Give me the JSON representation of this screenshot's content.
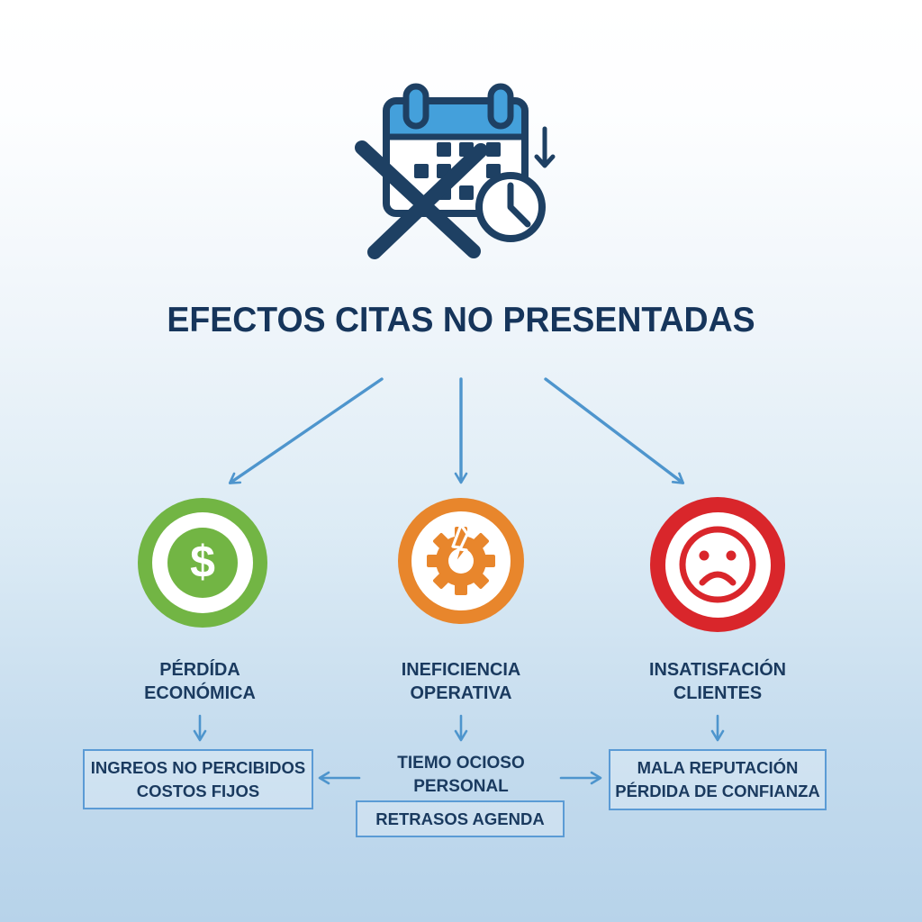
{
  "title": "EFECTOS CITAS NO PRESENTADAS",
  "header_icon": "missed-appointment-calendar",
  "colors": {
    "navy_text": "#16355b",
    "icon_navy": "#1e4063",
    "calendar_blue": "#44a0db",
    "arrow_blue": "#4e95cd",
    "box_border_blue": "#5b9bd5",
    "green": "#72b544",
    "orange": "#e8862c",
    "red": "#d9262b",
    "background_top": "#ffffff",
    "background_bottom": "#b7d3ea"
  },
  "columns": [
    {
      "id": "perdida-economica",
      "icon": "dollar-sign-icon",
      "icon_glyph": "$",
      "icon_color": "#72b544",
      "label_lines": [
        "PÉRDÍDA",
        "ECONÓMICA"
      ],
      "detail_lines": [
        "INGREOS NO PERCIBIDOS",
        "COSTOS FIJOS"
      ]
    },
    {
      "id": "ineficiencia-operativa",
      "icon": "broken-gear-icon",
      "icon_color": "#e8862c",
      "label_lines": [
        "INEFICIENCIA",
        "OPERATIVA"
      ],
      "detail_lines": [
        "TIEMO OCIOSO",
        "PERSONAL"
      ],
      "extra_box": "RETRASOS AGENDA"
    },
    {
      "id": "insatisfaccion-clientes",
      "icon": "sad-face-icon",
      "icon_color": "#d9262b",
      "label_lines": [
        "INSATISFACIÓN",
        "CLIENTES"
      ],
      "detail_lines": [
        "MALA REPUTACIÓN",
        "PÉRDIDA DE CONFIANZA"
      ]
    }
  ]
}
